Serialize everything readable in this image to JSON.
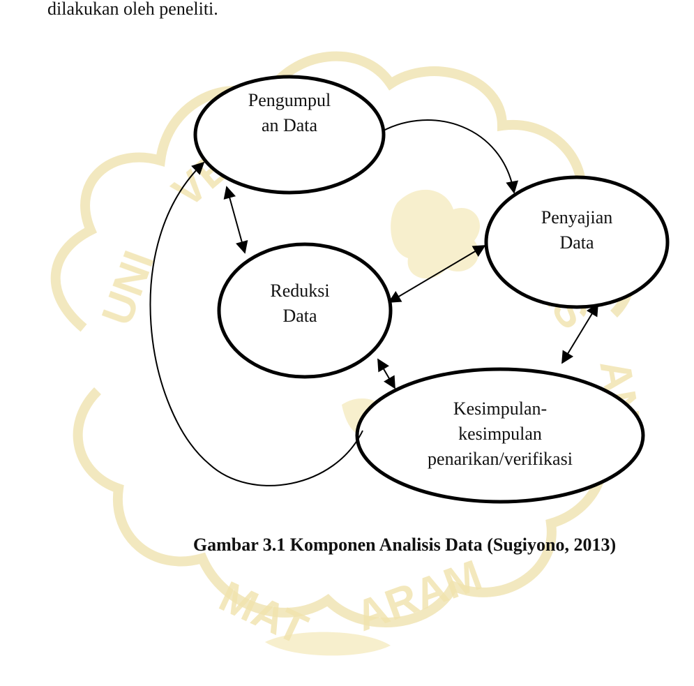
{
  "intro_text": "dilakukan oleh peneliti.",
  "watermark": {
    "text_top": "UNIVERSITAS",
    "text_bottom": "MATARAM",
    "color": "#f3e3a3",
    "accent": "#e6e0f0"
  },
  "nodes": {
    "pengumpulan": {
      "line1": "Pengumpul",
      "line2": "an Data"
    },
    "penyajian": {
      "line1": "Penyajian",
      "line2": "Data"
    },
    "reduksi": {
      "line1": "Reduksi",
      "line2": "Data"
    },
    "kesimpulan": {
      "line1": "Kesimpulan-",
      "line2": "kesimpulan",
      "line3": "penarikan/verifikasi"
    }
  },
  "caption": "Gambar 3.1 Komponen Analisis Data (Sugiyono, 2013)"
}
